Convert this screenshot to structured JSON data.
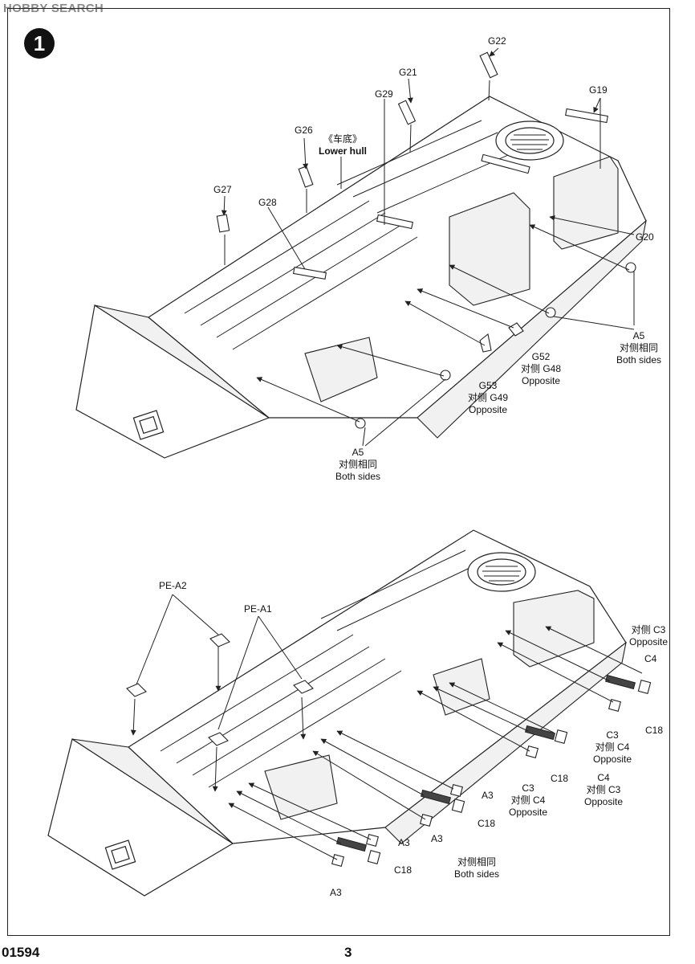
{
  "watermark": "HOBBY SEARCH",
  "step_number": "1",
  "page": {
    "left_code": "01594",
    "number": "3"
  },
  "top": {
    "lower_hull_cn": "《车底》",
    "lower_hull_en": "Lower hull",
    "labels": {
      "g22": "G22",
      "g21": "G21",
      "g29": "G29",
      "g26": "G26",
      "g19": "G19",
      "g27": "G27",
      "g28": "G28",
      "g20": "G20"
    },
    "a5_right": {
      "part": "A5",
      "cn": "对侧相同",
      "en": "Both sides"
    },
    "a5_left": {
      "part": "A5",
      "cn": "对侧相同",
      "en": "Both sides"
    },
    "g52": {
      "part": "G52",
      "cn": "对侧  G48",
      "en": "Opposite"
    },
    "g53": {
      "part": "G53",
      "cn": "对侧  G49",
      "en": "Opposite"
    }
  },
  "bottom": {
    "pe_a2": "PE-A2",
    "pe_a1": "PE-A1",
    "right_c3_cn": "对侧  C3",
    "right_c3_en": "Opposite",
    "c4_top": "C4",
    "c18_r1": "C18",
    "c3_mid": "C3",
    "c4_mid_cn": "对侧  C4",
    "c4_mid_en": "Opposite",
    "c4_b": "C4",
    "c3_b_cn": "对侧  C3",
    "c3_b_en": "Opposite",
    "c3_c": "C3",
    "c4_c_cn": "对侧  C4",
    "c4_c_en": "Opposite",
    "c18_m": "C18",
    "a3_1": "A3",
    "c18_2": "C18",
    "a3_2": "A3",
    "a3_3": "A3",
    "c18_3": "C18",
    "a3_4": "A3",
    "both_cn": "对侧相同",
    "both_en": "Both sides"
  }
}
